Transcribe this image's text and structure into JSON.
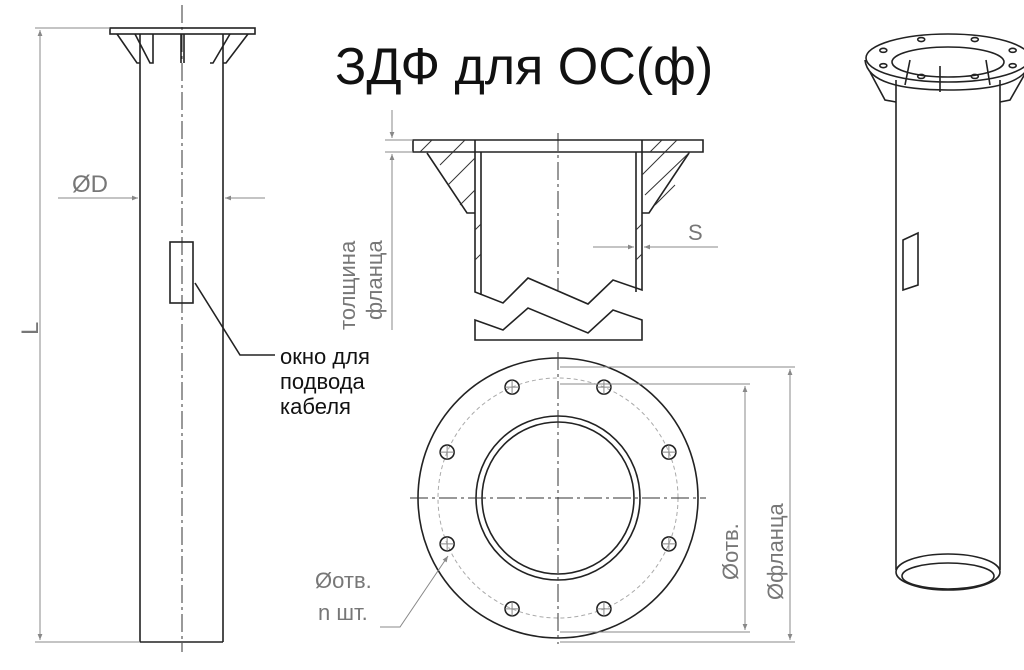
{
  "title": "ЗДФ для ОС(ф)",
  "labels": {
    "length": "L",
    "diameter": "ØD",
    "window_line1": "окно для",
    "window_line2": "подвода",
    "window_line3": "кабеля",
    "flange_thickness_line1": "толщина",
    "flange_thickness_line2": "фланца",
    "wall": "S",
    "hole_diameter": "Øотв.",
    "hole_count": "n шт.",
    "hole_circle_diameter": "Øотв.",
    "flange_diameter": "Øфланца"
  }
}
